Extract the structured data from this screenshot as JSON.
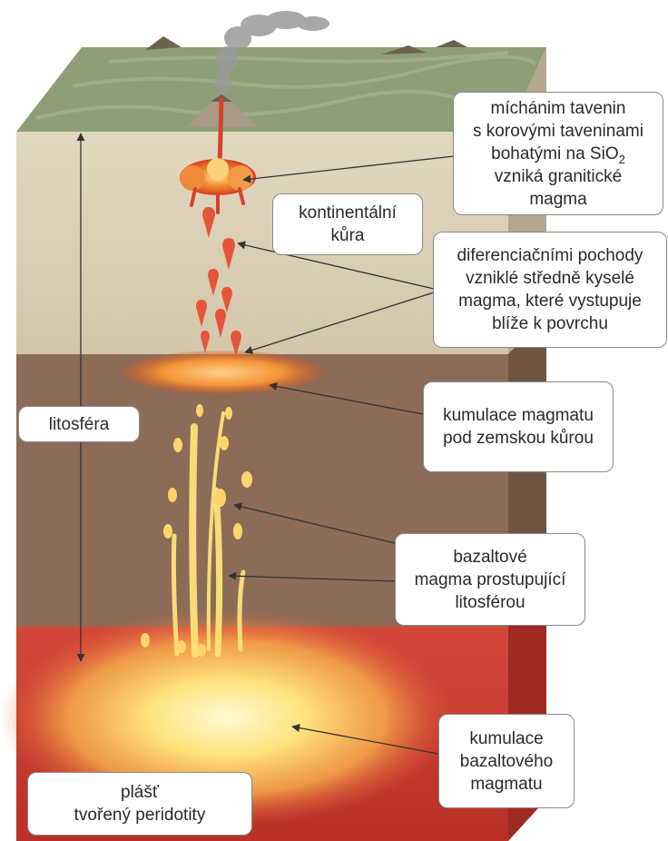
{
  "labels": {
    "granitic": {
      "lines": [
        "míchánim tavenin",
        "s korovými taveninami",
        "bohatými na SiO",
        "vzniká granitické",
        "magma"
      ],
      "subscript": "2"
    },
    "crust": {
      "lines": [
        "kontinentální",
        "kůra"
      ]
    },
    "differentiation": {
      "lines": [
        "diferenciačními pochody",
        "vzniklé středně kyselé",
        "magma, které vystupuje",
        "blíže k povrchu"
      ]
    },
    "lithosphere": {
      "lines": [
        "litosféra"
      ]
    },
    "cumulation_crust": {
      "lines": [
        "kumulace magmatu",
        "pod zemskou kůrou"
      ]
    },
    "basalt_rising": {
      "lines": [
        "bazaltové",
        "magma prostupující",
        "litosférou"
      ]
    },
    "basalt_cumulation": {
      "lines": [
        "kumulace",
        "bazaltového",
        "magmatu"
      ]
    },
    "mantle": {
      "lines": [
        "plášť",
        "tvořený peridotity"
      ]
    }
  },
  "colors": {
    "surface": "#8e9f78",
    "crust_front": "#d8cdb4",
    "crust_side": "#b5a78f",
    "mantle_lith_front": "#8c6b58",
    "mantle_lith_side": "#6f5444",
    "asthenosphere": "#c63a2e",
    "magma_red": "#d6422a",
    "magma_orange": "#f08a30",
    "magma_yellow": "#ffe27a",
    "smoke": "#9a9a9a"
  },
  "icons": {
    "volcano": "volcano-icon",
    "smoke": "smoke-plume-icon"
  }
}
